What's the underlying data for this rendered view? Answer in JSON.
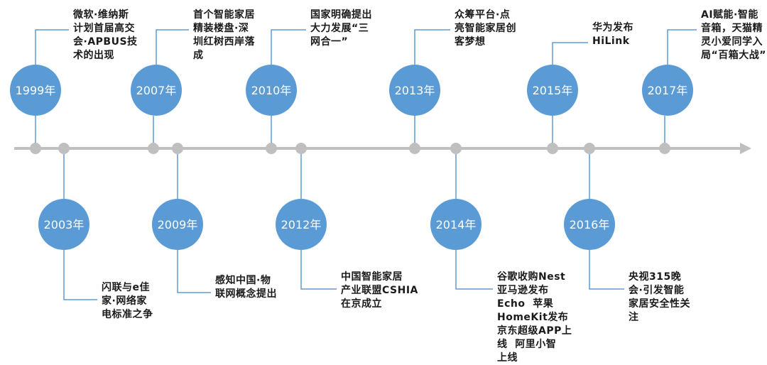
{
  "colors": {
    "circle": "#5b9bd5",
    "axis": "#bfbfbf",
    "node": "#bfbfbf",
    "connector": "#5b9bd5",
    "year_text": "#ffffff"
  },
  "events": [
    {
      "year": "1999年",
      "text": "微软·维纳斯\n计划首届高交\n会·APBUS技\n术的出现",
      "side": "top"
    },
    {
      "year": "2003年",
      "text": "闪联与e佳\n家·网络家\n电标准之争",
      "side": "bottom"
    },
    {
      "year": "2007年",
      "text": "首个智能家居\n精装楼盘·深\n圳红树西岸落\n成",
      "side": "top"
    },
    {
      "year": "2009年",
      "text": "感知中国·物\n联网概念提出",
      "side": "bottom"
    },
    {
      "year": "2010年",
      "text": "国家明确提出\n大力发展“三\n网合一”",
      "side": "top"
    },
    {
      "year": "2012年",
      "text": "中国智能家居\n产业联盟CSHIA\n在京成立",
      "side": "bottom"
    },
    {
      "year": "2013年",
      "text": "众筹平台·点\n亮智能家居创\n客梦想",
      "side": "top"
    },
    {
      "year": "2014年",
      "text": "谷歌收购Nest\n亚马逊发布\nEcho  苹果\nHomeKit发布\n京东超级APP上\n线  阿里小智\n上线",
      "side": "bottom"
    },
    {
      "year": "2015年",
      "text": "华为发布\nHiLink",
      "side": "top"
    },
    {
      "year": "2016年",
      "text": "央视315晚\n会·引发智能\n家居安全性关\n注",
      "side": "bottom"
    },
    {
      "year": "2017年",
      "text": "AI赋能·智能\n音箱，天猫精\n灵小爱同学入\n局“百箱大战”",
      "side": "top"
    }
  ]
}
